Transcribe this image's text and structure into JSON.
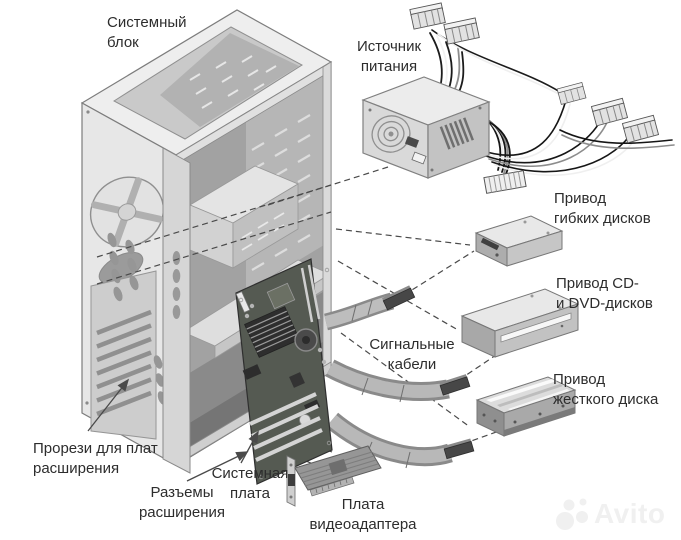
{
  "labels": {
    "system_unit": "Системный\nблок",
    "power_supply": "Источник\nпитания",
    "floppy_drive": "Привод\nгибких дисков",
    "cd_dvd_drive": "Привод CD-\nи DVD-дисков",
    "signal_cables": "Сигнальные\nкабели",
    "hard_drive": "Привод\nжесткого диска",
    "expansion_slots": "Прорези для плат\nрасширения",
    "expansion_connectors": "Разъемы\nрасширения",
    "motherboard": "Системная\nплата",
    "video_adapter": "Плата\nвидеоадаптера"
  },
  "watermark": "Avito",
  "colors": {
    "label_text": "#2d2d2d",
    "leader_line": "#4a4a4a",
    "watermark": "#f0f0f0",
    "case_gray": "#e7e7e7",
    "interior_gray": "#a2a2a2",
    "pcb_gray": "#555a52"
  }
}
